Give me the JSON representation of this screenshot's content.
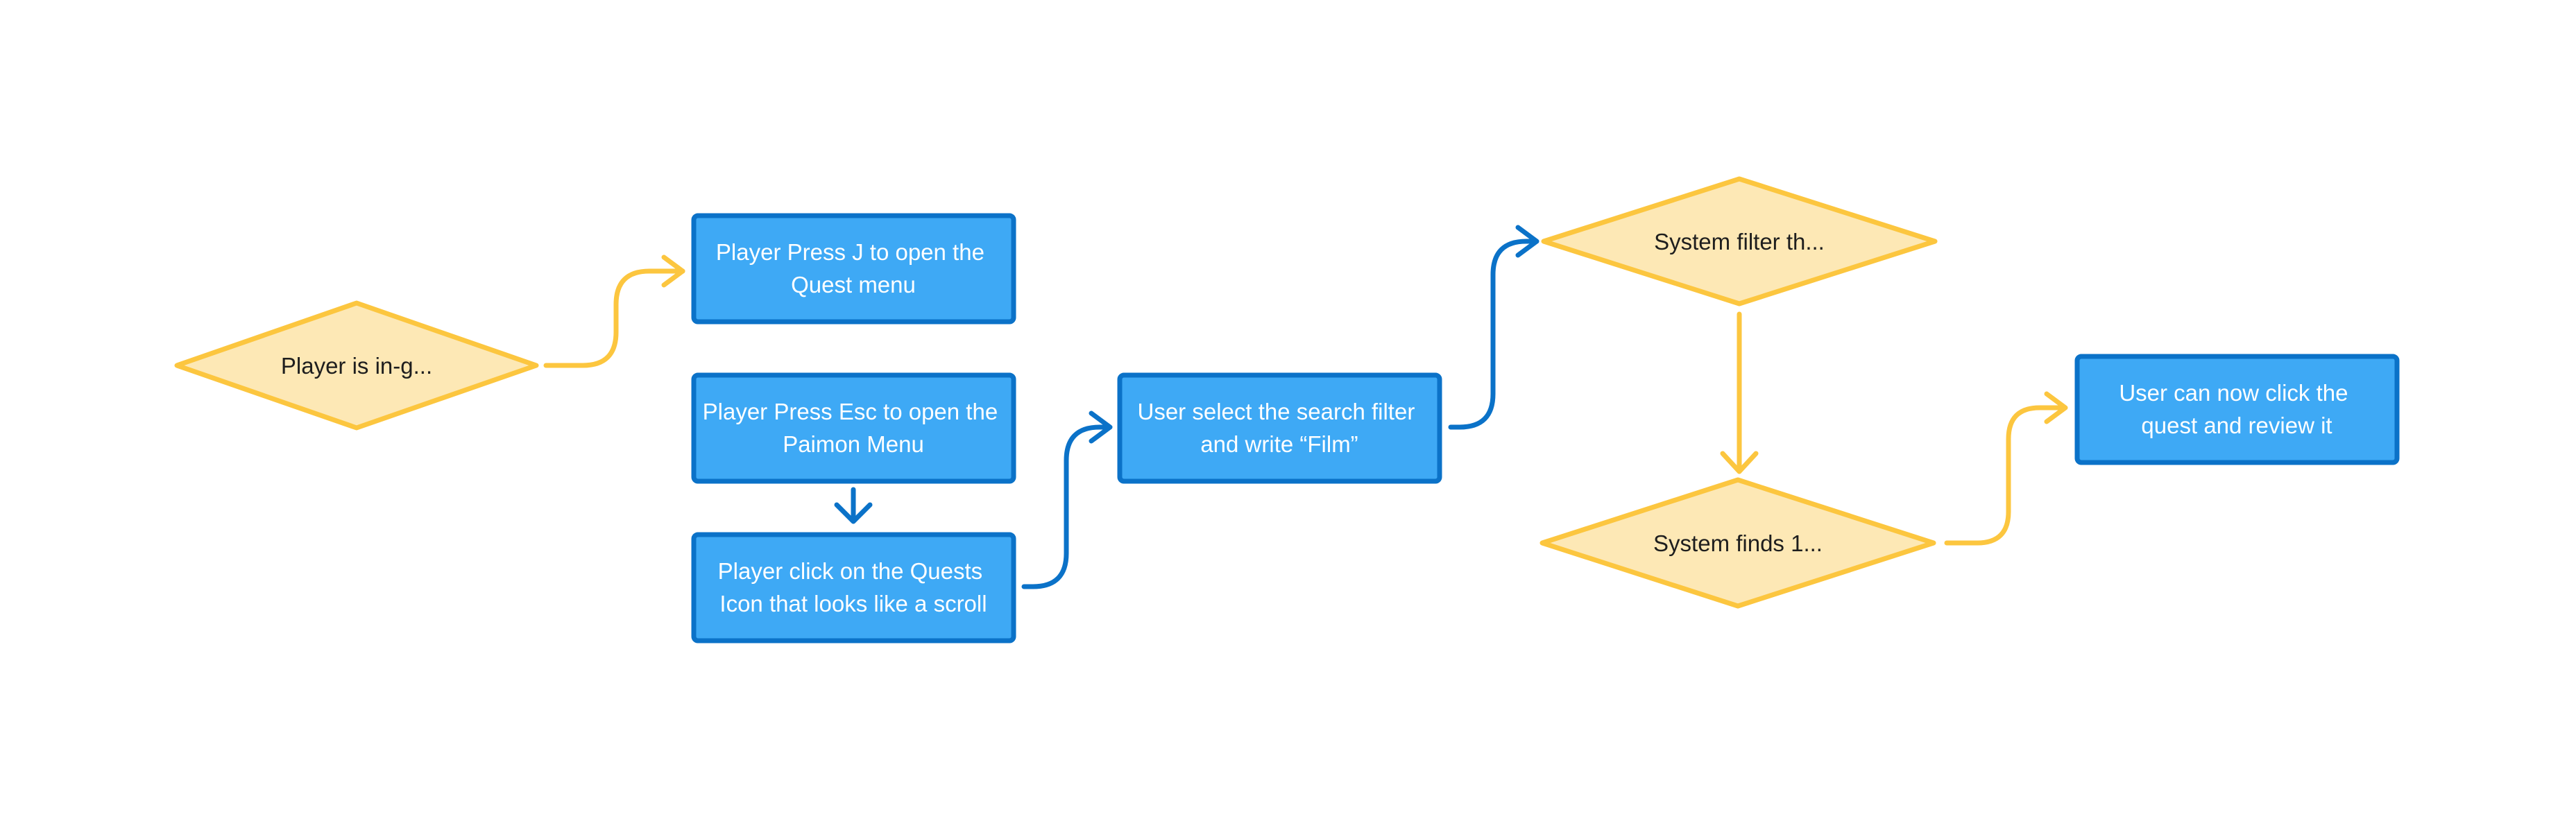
{
  "colors": {
    "background": "#ffffff",
    "process_fill": "#3ea9f5",
    "process_stroke": "#0b72c8",
    "process_text": "#ffffff",
    "decision_fill": "#fde8b5",
    "decision_stroke": "#fcc63f",
    "decision_text": "#1e1e1e",
    "connector_yellow": "#fcc63f",
    "connector_blue": "#0b72c8"
  },
  "nodes": {
    "player_in_game": {
      "shape": "decision",
      "lines": [
        "Player is in-g..."
      ]
    },
    "press_j": {
      "shape": "process",
      "lines": [
        "Player Press J to open the",
        "Quest menu"
      ]
    },
    "press_esc": {
      "shape": "process",
      "lines": [
        "Player Press Esc to open the",
        "Paimon Menu"
      ]
    },
    "click_quests": {
      "shape": "process",
      "lines": [
        "Player click on the Quests",
        "Icon that looks like a scroll"
      ]
    },
    "search_filter": {
      "shape": "process",
      "lines": [
        "User select the search filter",
        "and write “Film”"
      ]
    },
    "system_filter": {
      "shape": "decision",
      "lines": [
        "System filter th..."
      ]
    },
    "system_finds": {
      "shape": "decision",
      "lines": [
        "System finds 1..."
      ]
    },
    "review_quest": {
      "shape": "process",
      "lines": [
        "User can now click the",
        "quest and review it"
      ]
    }
  },
  "edges": [
    {
      "from": "player_in_game",
      "to": "press_j",
      "color": "yellow"
    },
    {
      "from": "press_esc",
      "to": "click_quests",
      "color": "blue"
    },
    {
      "from": "click_quests",
      "to": "search_filter",
      "color": "blue"
    },
    {
      "from": "search_filter",
      "to": "system_filter",
      "color": "blue"
    },
    {
      "from": "system_filter",
      "to": "system_finds",
      "color": "yellow"
    },
    {
      "from": "system_finds",
      "to": "review_quest",
      "color": "yellow"
    }
  ]
}
